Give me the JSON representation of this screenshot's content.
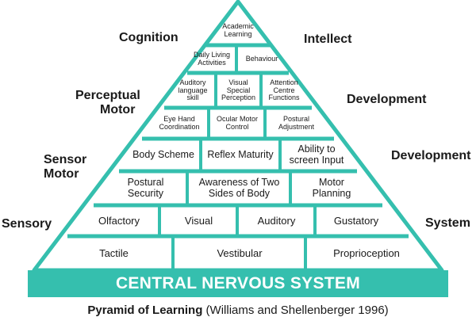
{
  "colors": {
    "teal": "#35bfae",
    "base_text": "#ffffff",
    "text": "#1a1a1a"
  },
  "side_labels": {
    "cognition": "Cognition",
    "intellect": "Intellect",
    "perceptual_motor": [
      "Perceptual",
      "Motor"
    ],
    "development_upper": "Development",
    "sensor_motor": [
      "Sensor",
      "Motor"
    ],
    "development_lower": "Development",
    "sensory": "Sensory",
    "system": "System"
  },
  "levels": {
    "top": [
      "Academic",
      "Learning"
    ],
    "row2": [
      [
        "Daily Living",
        "Activities"
      ],
      [
        "Behaviour"
      ]
    ],
    "row3": [
      [
        "Auditory",
        "language",
        "skill"
      ],
      [
        "Visual",
        "Special",
        "Perception"
      ],
      [
        "Attention",
        "Centre",
        "Functions"
      ]
    ],
    "row4": [
      [
        "Eye Hand",
        "Coordination"
      ],
      [
        "Ocular Motor",
        "Control"
      ],
      [
        "Postural",
        "Adjustment"
      ]
    ],
    "row5": [
      [
        "Body Scheme"
      ],
      [
        "Reflex Maturity"
      ],
      [
        "Ability to",
        "screen Input"
      ]
    ],
    "row6": [
      [
        "Postural",
        "Security"
      ],
      [
        "Awareness of Two",
        "Sides of Body"
      ],
      [
        "Motor",
        "Planning"
      ]
    ],
    "row7": [
      [
        "Olfactory"
      ],
      [
        "Visual"
      ],
      [
        "Auditory"
      ],
      [
        "Gustatory"
      ]
    ],
    "row8": [
      [
        "Tactile"
      ],
      [
        "Vestibular"
      ],
      [
        "Proprioception"
      ]
    ]
  },
  "base": "CENTRAL NERVOUS SYSTEM",
  "caption": {
    "title": "Pyramid of Learning",
    "source": " (Williams and Shellenberger 1996)"
  }
}
